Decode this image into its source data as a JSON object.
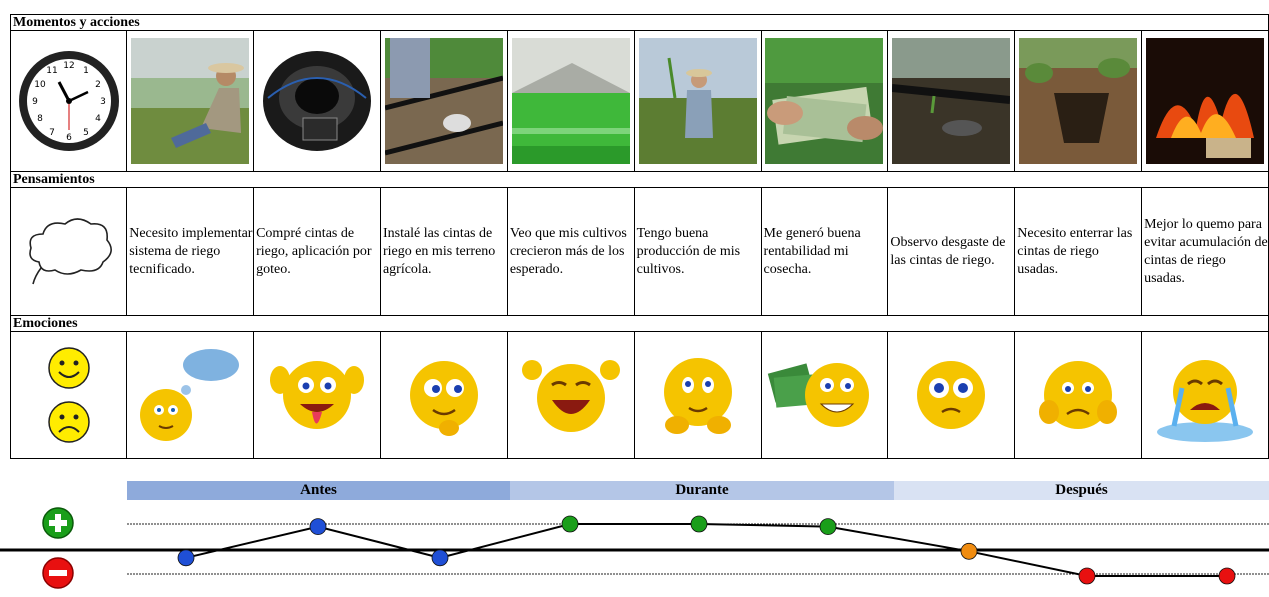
{
  "sections": {
    "moments": "Momentos y acciones",
    "thoughts": "Pensamientos",
    "emotions": "Emociones"
  },
  "thoughts": [
    "Necesito implementar sistema de riego tecnificado.",
    "Compré cintas de riego, aplicación por goteo.",
    "Instalé las cintas de riego en mis terreno agrícola.",
    "Veo que mis cultivos crecieron más de los esperado.",
    "Tengo buena producción de mis cultivos.",
    "Me generó buena rentabilidad mi cosecha.",
    "Observo desgaste de las cintas de riego.",
    "Necesito enterrar las cintas de riego usadas.",
    "Mejor lo quemo para evitar acumulación de cintas de riego usadas."
  ],
  "phases": [
    "Antes",
    "Durante",
    "Después"
  ],
  "emotion_levels": [
    -0.3,
    0.9,
    -0.3,
    1,
    1,
    0.9,
    -0.05,
    -1,
    -1
  ],
  "colors": {
    "phase1": "#8eaadb",
    "phase2": "#b4c6e7",
    "phase3": "#d9e2f3",
    "blue": "#1f4fd6",
    "green": "#1a9e1a",
    "orange": "#f08c10",
    "red": "#e81010"
  },
  "icons": [
    "clock-icon",
    "thought-cloud-icon",
    "happy-face-icon",
    "sad-face-icon",
    "plus-circle-icon",
    "minus-circle-icon"
  ]
}
